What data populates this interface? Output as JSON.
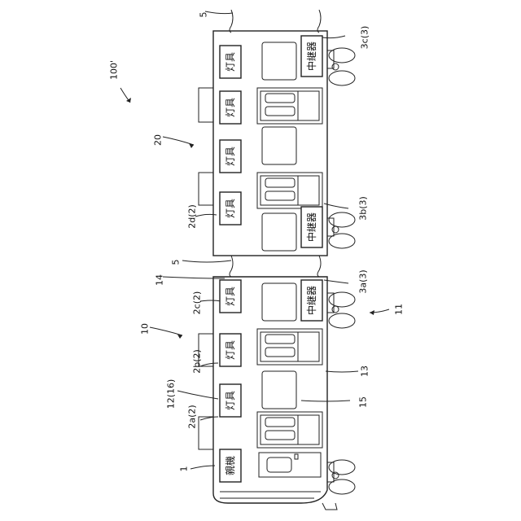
{
  "components": [
    {
      "id": "lamp-2a",
      "text": "灯具"
    },
    {
      "id": "lamp-2b",
      "text": "灯具"
    },
    {
      "id": "lamp-2c",
      "text": "灯具"
    },
    {
      "id": "lamp-2d",
      "text": "灯具"
    },
    {
      "id": "lamp-car20-3",
      "text": "灯具"
    },
    {
      "id": "lamp-car20-2",
      "text": "灯具"
    },
    {
      "id": "lamp-car20-1",
      "text": "灯具"
    },
    {
      "id": "master-1",
      "text": "親機"
    },
    {
      "id": "repeater-3a",
      "text": "中継器"
    },
    {
      "id": "repeater-3b",
      "text": "中継器"
    },
    {
      "id": "repeater-3c",
      "text": "中継器"
    }
  ],
  "labels": [
    {
      "id": "ref-5-top",
      "text": "5"
    },
    {
      "id": "ref-3c",
      "text": "3c(3)"
    },
    {
      "id": "ref-100",
      "text": "100'"
    },
    {
      "id": "ref-20",
      "text": "20"
    },
    {
      "id": "ref-2d",
      "text": "2d(2)"
    },
    {
      "id": "ref-3b",
      "text": "3b(3)"
    },
    {
      "id": "ref-5-mid",
      "text": "5"
    },
    {
      "id": "ref-14",
      "text": "14"
    },
    {
      "id": "ref-3a",
      "text": "3a(3)"
    },
    {
      "id": "ref-2c",
      "text": "2c(2)"
    },
    {
      "id": "ref-10",
      "text": "10"
    },
    {
      "id": "ref-11",
      "text": "11"
    },
    {
      "id": "ref-2b",
      "text": "2b(2)"
    },
    {
      "id": "ref-13",
      "text": "13"
    },
    {
      "id": "ref-12",
      "text": "12(16)"
    },
    {
      "id": "ref-2a",
      "text": "2a(2)"
    },
    {
      "id": "ref-15",
      "text": "15"
    },
    {
      "id": "ref-1",
      "text": "1"
    }
  ]
}
